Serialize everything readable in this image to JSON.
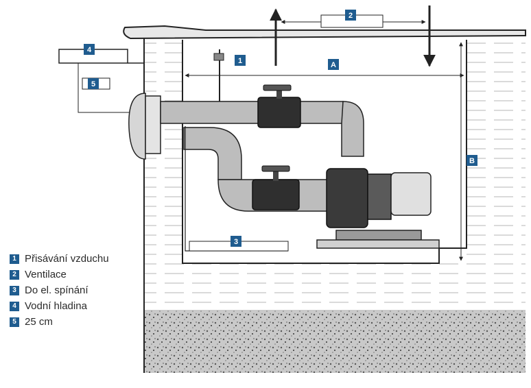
{
  "badge_color": "#1f5c8f",
  "labels": {
    "n1": "1",
    "n2": "2",
    "n3": "3",
    "n4": "4",
    "n5": "5",
    "a": "A",
    "b": "B"
  },
  "legend": [
    {
      "number": "1",
      "text": "Přisávání vzduchu"
    },
    {
      "number": "2",
      "text": "Ventilace"
    },
    {
      "number": "3",
      "text": "Do el. spínání"
    },
    {
      "number": "4",
      "text": "Vodní hladina"
    },
    {
      "number": "5",
      "text": "25 cm"
    }
  ]
}
